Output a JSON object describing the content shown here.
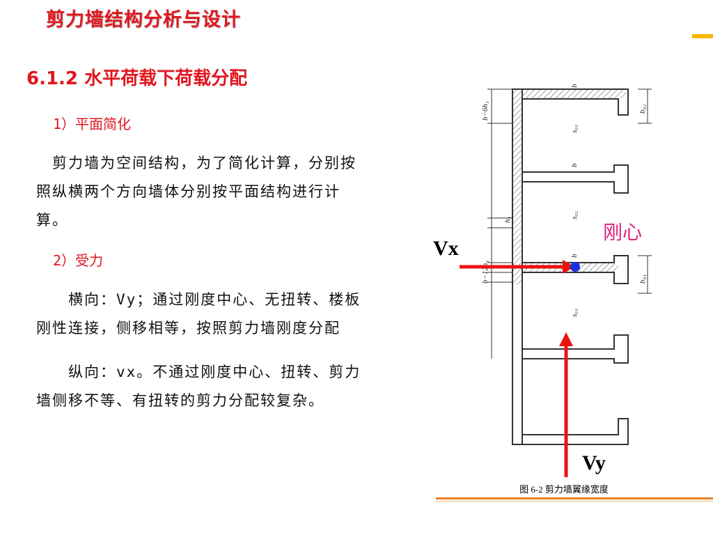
{
  "header": {
    "title": "剪力墙结构分析与设计"
  },
  "section": {
    "heading": "6.1.2 水平荷载下荷载分配"
  },
  "content": {
    "item1_heading": "1）平面简化",
    "item1_lines": [
      "　剪力墙为空间结构，为了简化计算，分别按",
      "照纵横两个方向墙体分别按平面结构进行计",
      "算。"
    ],
    "item2_heading": "2）受力",
    "transverse_lines": [
      "　　横向：Vy；通过刚度中心、无扭转、楼板",
      "刚性连接，侧移相等，按照剪力墙刚度分配"
    ],
    "longitudinal_lines": [
      "　　纵向：vx。不通过刚度中心、扭转、剪力",
      "墙侧移不等、有扭转的剪力分配较复杂。"
    ]
  },
  "figure": {
    "caption": "图 6-2 剪力墙翼缘宽度",
    "rigid_center_label": "刚心",
    "vx_label": "Vx",
    "vy_label": "Vy",
    "dim_labels": {
      "b_minus_6h1": "b−6h₁",
      "h1": "h₁",
      "b_minus_12h1": "b−12h₁",
      "b": "b",
      "s03": "s₀₃",
      "s02": "s₀₂",
      "s01": "s₀₁",
      "b02": "b₀₂",
      "b01": "b₀₁"
    },
    "colors": {
      "arrow": "#ee1111",
      "rigid_center_dot": "#1430e0",
      "rigid_label": "#e0207a"
    }
  }
}
